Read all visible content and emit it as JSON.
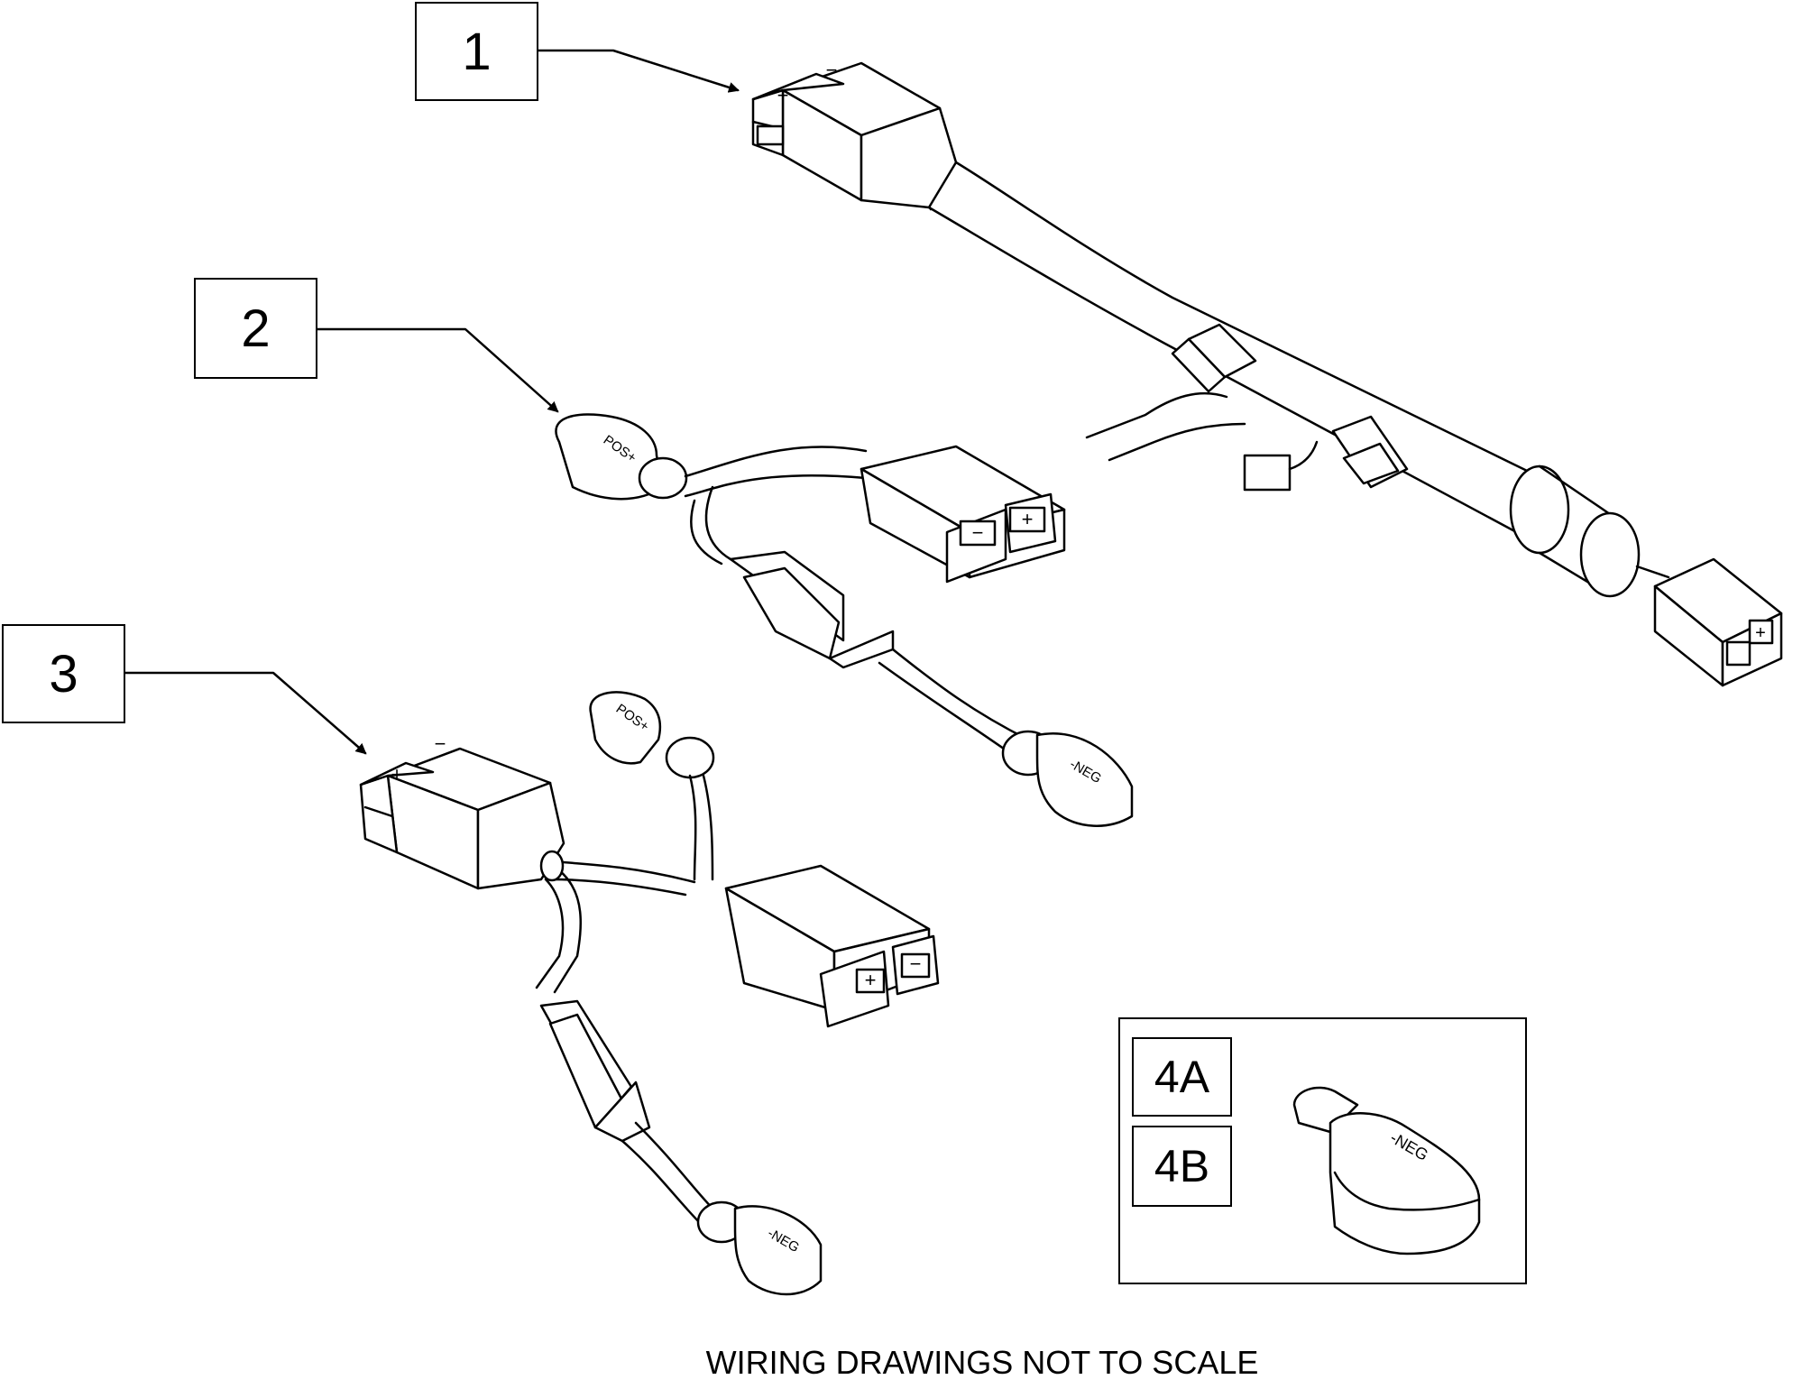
{
  "callouts": [
    {
      "id": "1",
      "label": "1"
    },
    {
      "id": "2",
      "label": "2"
    },
    {
      "id": "3",
      "label": "3"
    }
  ],
  "inset": {
    "labels": [
      "4A",
      "4B"
    ],
    "terminal_marking": "-NEG"
  },
  "markings": {
    "plus": "+",
    "minus": "−",
    "pos_terminal": "POS+",
    "neg_terminal": "-NEG"
  },
  "footer": "WIRING DRAWINGS NOT TO SCALE"
}
